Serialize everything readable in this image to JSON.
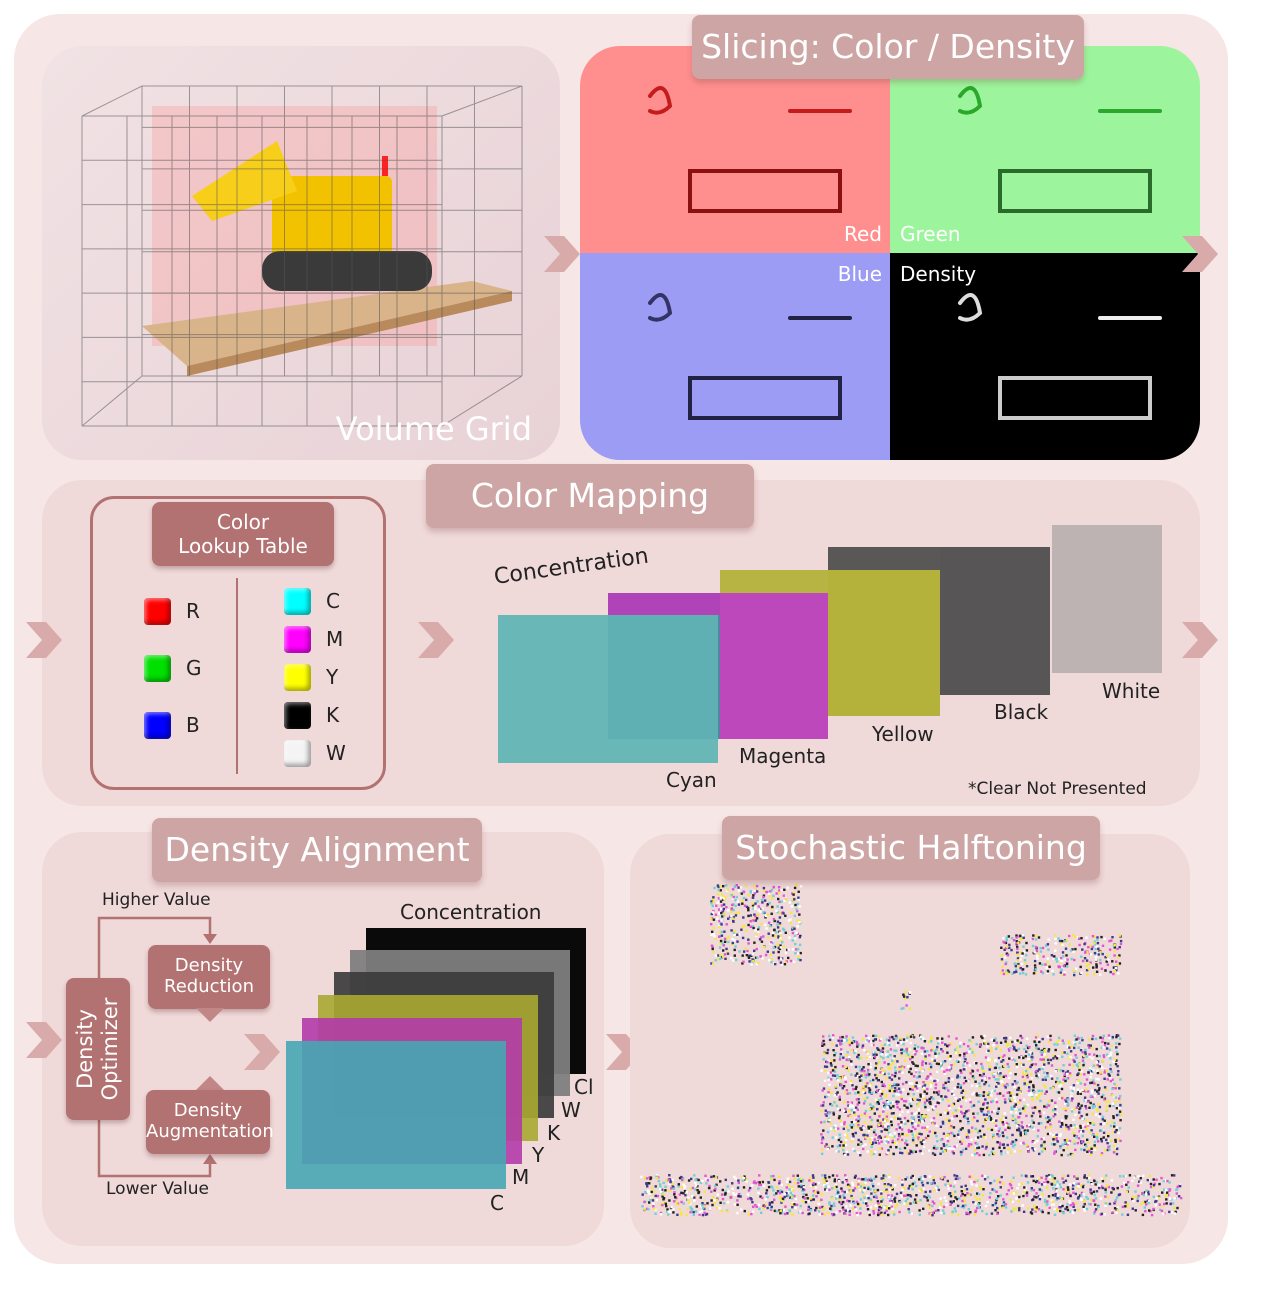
{
  "volume_grid": {
    "label": "Volume Grid"
  },
  "slicing": {
    "title": "Slicing: Color / Density",
    "channels": {
      "red": "Red",
      "green": "Green",
      "blue": "Blue",
      "density": "Density"
    }
  },
  "color_mapping": {
    "title": "Color Mapping",
    "lookup_table": {
      "title_line1": "Color",
      "title_line2": "Lookup Table",
      "rgb": [
        {
          "letter": "R",
          "color": "#ff0000"
        },
        {
          "letter": "G",
          "color": "#00e000"
        },
        {
          "letter": "B",
          "color": "#0000ff"
        }
      ],
      "cmykw": [
        {
          "letter": "C",
          "color": "#00ffff"
        },
        {
          "letter": "M",
          "color": "#ff00ff"
        },
        {
          "letter": "Y",
          "color": "#ffff00"
        },
        {
          "letter": "K",
          "color": "#000000"
        },
        {
          "letter": "W",
          "color": "#f4f4f4"
        }
      ]
    },
    "concentration_label": "Concentration",
    "layers": [
      {
        "name": "Cyan",
        "color": "#5fb4b4"
      },
      {
        "name": "Magenta",
        "color": "#b93cb9"
      },
      {
        "name": "Yellow",
        "color": "#adad28"
      },
      {
        "name": "Black",
        "color": "#4a4a4a"
      },
      {
        "name": "White",
        "color": "#bdb3b3"
      }
    ],
    "note": "*Clear Not Presented"
  },
  "density_alignment": {
    "title": "Density Alignment",
    "higher_value": "Higher Value",
    "lower_value": "Lower Value",
    "optimizer_line1": "Density",
    "optimizer_line2": "Optimizer",
    "reduction_line1": "Density",
    "reduction_line2": "Reduction",
    "augmentation_line1": "Density",
    "augmentation_line2": "Augmentation",
    "concentration_label": "Concentration",
    "stack_labels": [
      "Cl",
      "W",
      "K",
      "Y",
      "M",
      "C"
    ]
  },
  "halftoning": {
    "title": "Stochastic Halftoning"
  },
  "colors": {
    "pill": "#cea5a5",
    "button": "#b27272",
    "arrow": "#d9aaaa",
    "panel": "#f0d9d9"
  }
}
